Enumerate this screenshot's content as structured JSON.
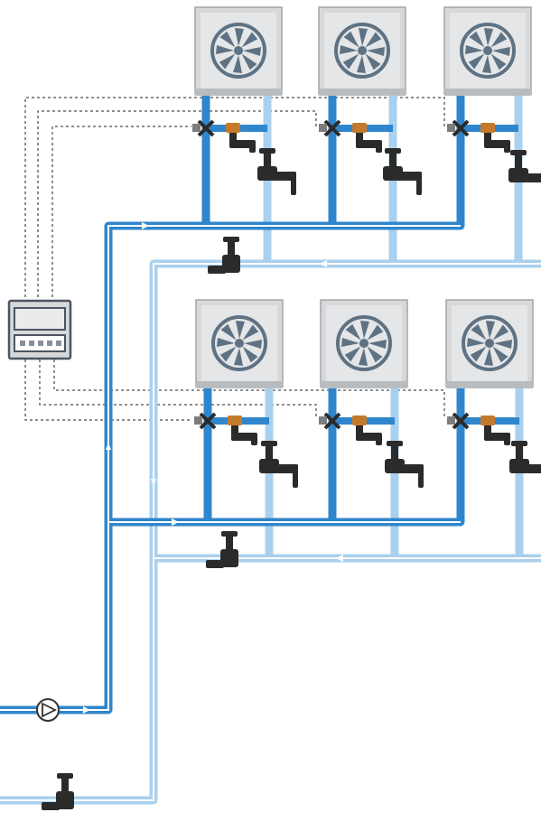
{
  "colors": {
    "supply": "#2f86cc",
    "return": "#a9d0ee",
    "unit_face": "#d6d8da",
    "unit_border": "#a3a6a9",
    "fan": "#5f7283",
    "valve": "#2b2b2b",
    "actuator": "#c47a2c",
    "control_wire": "#6a6a6a",
    "sensor": "#7d7d7d"
  },
  "components": {
    "units": [
      {
        "id": "unit-1",
        "icon": "fan-icon"
      },
      {
        "id": "unit-2",
        "icon": "fan-icon"
      },
      {
        "id": "unit-3",
        "icon": "fan-icon"
      },
      {
        "id": "unit-4",
        "icon": "fan-icon"
      },
      {
        "id": "unit-5",
        "icon": "fan-icon"
      },
      {
        "id": "unit-6",
        "icon": "fan-icon"
      }
    ],
    "controller": {
      "icon": "controller-icon"
    },
    "pump": {
      "icon": "pump-icon"
    }
  }
}
